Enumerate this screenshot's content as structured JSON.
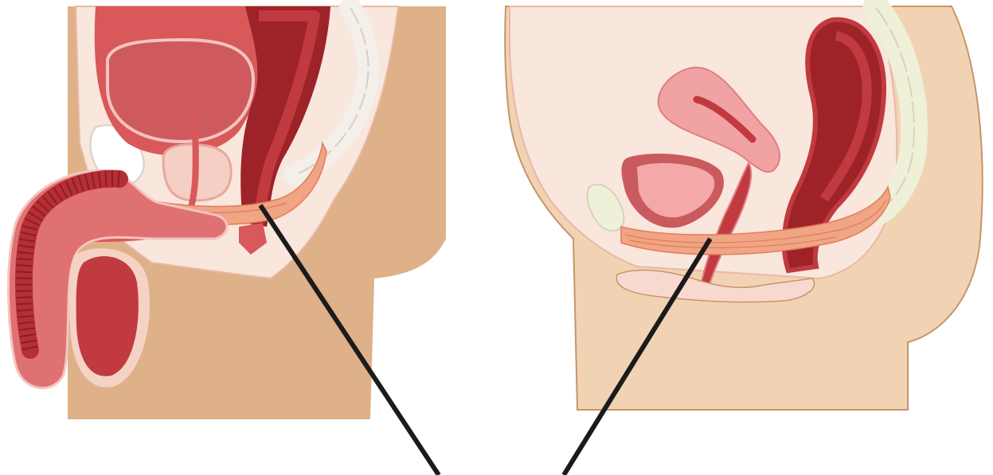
{
  "figure": {
    "panels": [
      {
        "id": "male",
        "description_hidden": true
      },
      {
        "id": "female",
        "description_hidden": true
      }
    ],
    "pointer_lines": 2,
    "colors": {
      "skin": "#deb189",
      "skin_light": "#f1d3b3",
      "tissue_pale": "#f9e6dc",
      "tissue_pink": "#f6cfc4",
      "organ_red": "#c03a3f",
      "organ_dark": "#9e2329",
      "organ_mid": "#d9585a",
      "bladder": "#cf5a5e",
      "muscle": "#f0a585",
      "muscle_line": "#e27b5c",
      "bone": "#eef0d8",
      "uterus": "#f1a2a3",
      "pointer": "#1b1b1b"
    }
  }
}
